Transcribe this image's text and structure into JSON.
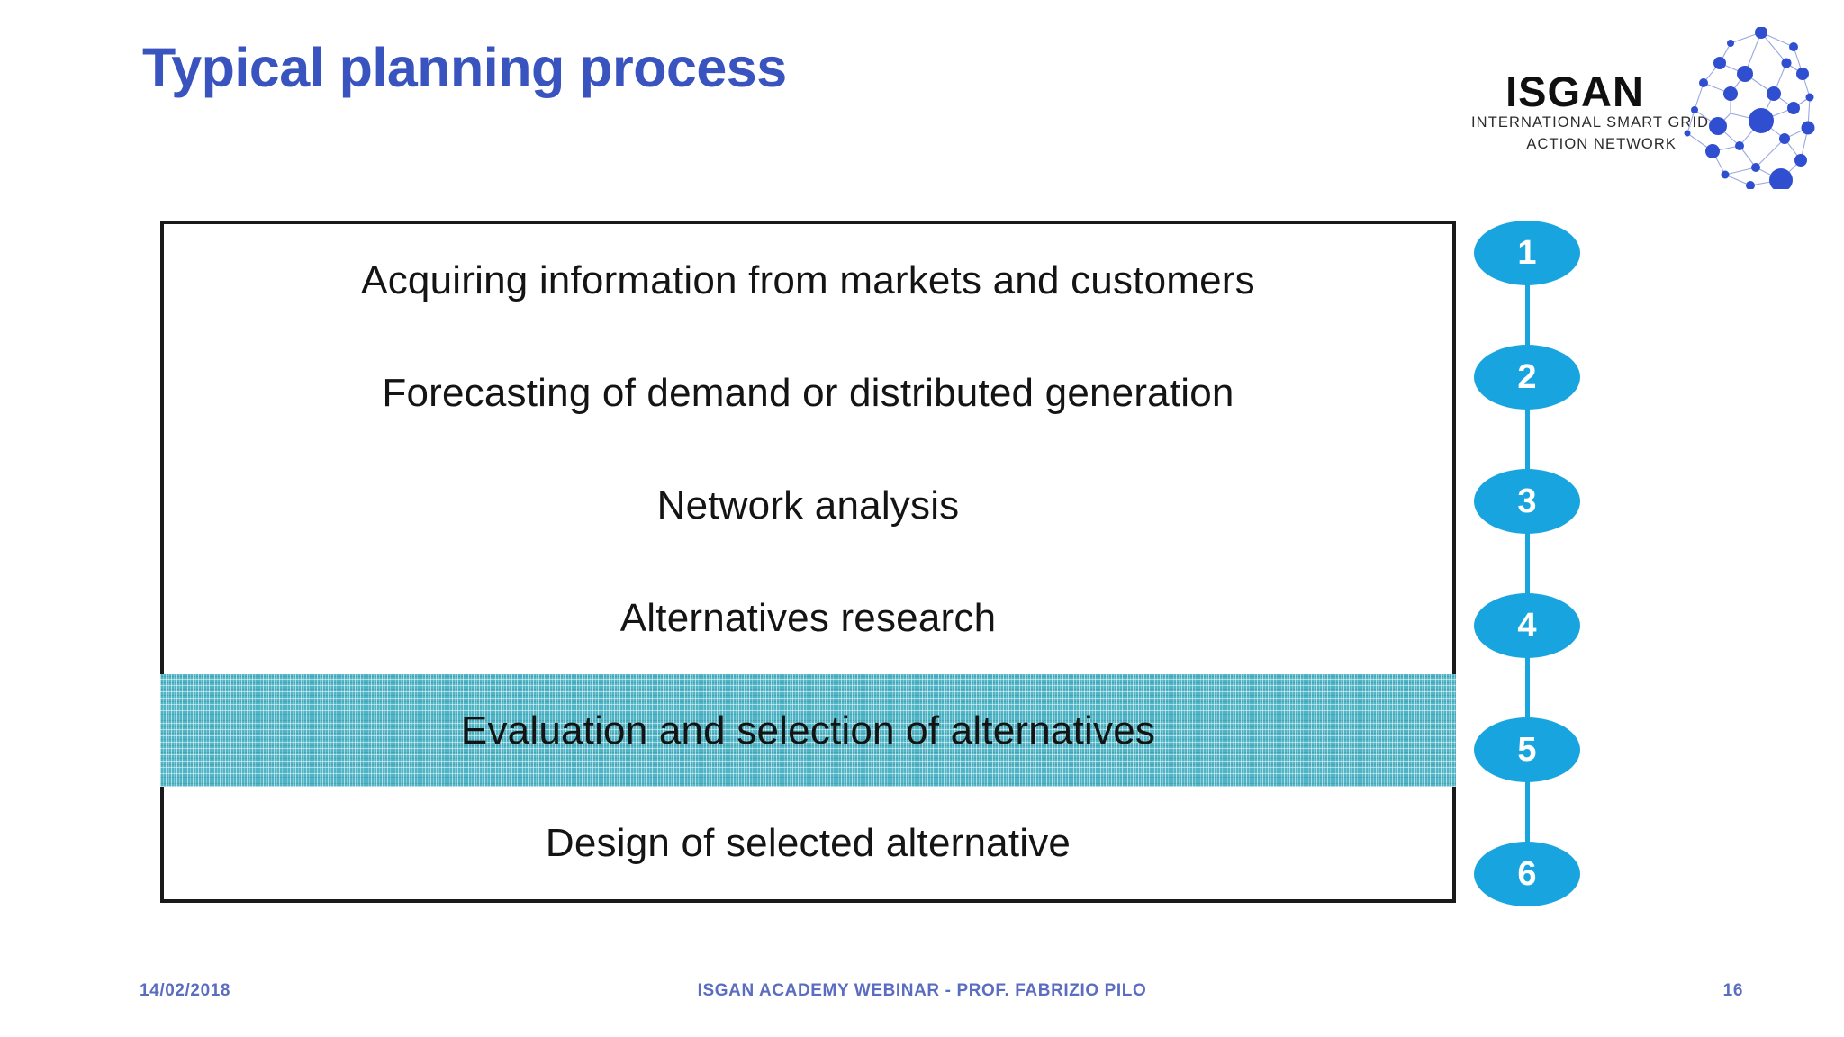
{
  "slide": {
    "title": "Typical planning process",
    "title_color": "#3a54bf",
    "background_color": "#ffffff"
  },
  "logo": {
    "wordmark": "ISGAN",
    "subtitle_line1": "INTERNATIONAL SMART GRID",
    "subtitle_line2": "ACTION NETWORK",
    "graphic_name": "network-nodes-graphic",
    "node_color": "#2f4fd0",
    "wordmark_color": "#101010"
  },
  "process": {
    "highlight_color": "#4fb4c5",
    "border_color": "#1a1a1a",
    "steps": [
      {
        "number": "1",
        "label": "Acquiring information from markets and customers",
        "highlighted": false
      },
      {
        "number": "2",
        "label": "Forecasting of demand or distributed generation",
        "highlighted": false
      },
      {
        "number": "3",
        "label": "Network analysis",
        "highlighted": false
      },
      {
        "number": "4",
        "label": "Alternatives research",
        "highlighted": false
      },
      {
        "number": "5",
        "label": "Evaluation and selection of alternatives",
        "highlighted": true
      },
      {
        "number": "6",
        "label": "Design of selected alternative",
        "highlighted": false
      }
    ]
  },
  "chain": {
    "node_color": "#18a5df",
    "number_color": "#ffffff",
    "numbers": [
      "1",
      "2",
      "3",
      "4",
      "5",
      "6"
    ]
  },
  "footer": {
    "date": "14/02/2018",
    "center": "ISGAN ACADEMY WEBINAR - PROF. FABRIZIO PILO",
    "page_number": "16",
    "color": "#5b6dc0"
  }
}
